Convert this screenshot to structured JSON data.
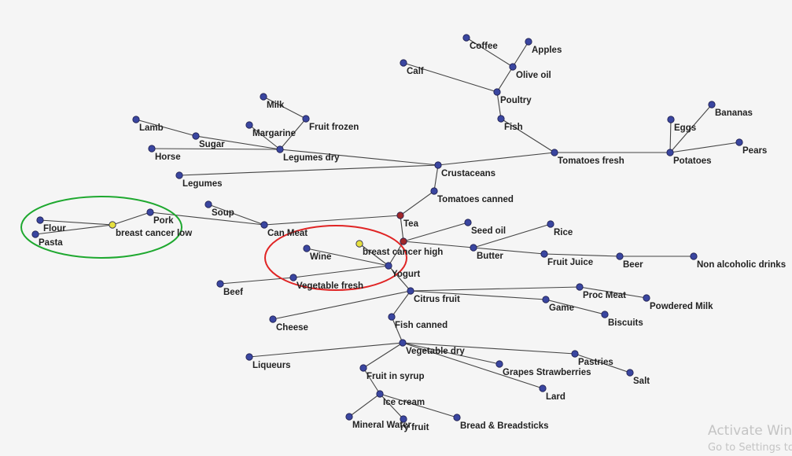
{
  "colors": {
    "node": "#3a46a0",
    "root_node": "#a0282a",
    "marker": "#e6e040",
    "edge": "#444444",
    "low_ellipse": "#1ea82f",
    "high_ellipse": "#e02424"
  },
  "nodes": [
    {
      "id": "coffee",
      "label": "Coffee",
      "kind": "node"
    },
    {
      "id": "apples",
      "label": "Apples",
      "kind": "node"
    },
    {
      "id": "calf",
      "label": "Calf",
      "kind": "node"
    },
    {
      "id": "olive_oil",
      "label": "Olive oil",
      "kind": "node"
    },
    {
      "id": "poultry",
      "label": "Poultry",
      "kind": "node"
    },
    {
      "id": "milk",
      "label": "Milk",
      "kind": "node"
    },
    {
      "id": "fruit_frozen",
      "label": "Fruit frozen",
      "kind": "node"
    },
    {
      "id": "lamb",
      "label": "Lamb",
      "kind": "node"
    },
    {
      "id": "margarine",
      "label": "Margarine",
      "kind": "node"
    },
    {
      "id": "sugar",
      "label": "Sugar",
      "kind": "node"
    },
    {
      "id": "fish",
      "label": "Fish",
      "kind": "node"
    },
    {
      "id": "eggs",
      "label": "Eggs",
      "kind": "node"
    },
    {
      "id": "bananas",
      "label": "Bananas",
      "kind": "node"
    },
    {
      "id": "horse",
      "label": "Horse",
      "kind": "node"
    },
    {
      "id": "legumes_dry",
      "label": "Legumes dry",
      "kind": "node"
    },
    {
      "id": "tomatoes_fresh",
      "label": "Tomatoes fresh",
      "kind": "node"
    },
    {
      "id": "potatoes",
      "label": "Potatoes",
      "kind": "node"
    },
    {
      "id": "pears",
      "label": "Pears",
      "kind": "node"
    },
    {
      "id": "legumes",
      "label": "Legumes",
      "kind": "node"
    },
    {
      "id": "crustaceans",
      "label": "Crustaceans",
      "kind": "node"
    },
    {
      "id": "tomatoes_canned",
      "label": "Tomatoes canned",
      "kind": "node"
    },
    {
      "id": "soup",
      "label": "Soup",
      "kind": "node"
    },
    {
      "id": "pork",
      "label": "Pork",
      "kind": "node"
    },
    {
      "id": "tea",
      "label": "Tea",
      "kind": "root"
    },
    {
      "id": "flour",
      "label": "Flour",
      "kind": "node"
    },
    {
      "id": "bc_low",
      "label": "breast cancer low",
      "kind": "marker"
    },
    {
      "id": "pasta",
      "label": "Pasta",
      "kind": "node"
    },
    {
      "id": "can_meat",
      "label": "Can Meat",
      "kind": "node"
    },
    {
      "id": "seed_oil",
      "label": "Seed oil",
      "kind": "node"
    },
    {
      "id": "rice",
      "label": "Rice",
      "kind": "node"
    },
    {
      "id": "bc_high",
      "label": "breast cancer high",
      "kind": "marker"
    },
    {
      "id": "tea_child",
      "label": "",
      "kind": "root"
    },
    {
      "id": "wine",
      "label": "Wine",
      "kind": "node"
    },
    {
      "id": "butter",
      "label": "Butter",
      "kind": "node"
    },
    {
      "id": "fruit_juice",
      "label": "Fruit Juice",
      "kind": "node"
    },
    {
      "id": "beer",
      "label": "Beer",
      "kind": "node"
    },
    {
      "id": "non_alcoholic",
      "label": "Non alcoholic drinks",
      "kind": "node"
    },
    {
      "id": "yogurt",
      "label": "Yogurt",
      "kind": "node"
    },
    {
      "id": "beef",
      "label": "Beef",
      "kind": "node"
    },
    {
      "id": "vegetable_fresh",
      "label": "Vegetable fresh",
      "kind": "node"
    },
    {
      "id": "citrus_fruit",
      "label": "Citrus fruit",
      "kind": "node"
    },
    {
      "id": "proc_meat",
      "label": "Proc Meat",
      "kind": "node"
    },
    {
      "id": "powdered_milk",
      "label": "Powdered Milk",
      "kind": "node"
    },
    {
      "id": "game",
      "label": "Game",
      "kind": "node"
    },
    {
      "id": "biscuits",
      "label": "Biscuits",
      "kind": "node"
    },
    {
      "id": "cheese",
      "label": "Cheese",
      "kind": "node"
    },
    {
      "id": "fish_canned",
      "label": "Fish canned",
      "kind": "node"
    },
    {
      "id": "vegetable_dry",
      "label": "Vegetable dry",
      "kind": "node"
    },
    {
      "id": "liqueurs",
      "label": "Liqueurs",
      "kind": "node"
    },
    {
      "id": "pastries",
      "label": "Pastries",
      "kind": "node"
    },
    {
      "id": "grapes_strawberries",
      "label": "Grapes Strawberries",
      "kind": "node"
    },
    {
      "id": "salt",
      "label": "Salt",
      "kind": "node"
    },
    {
      "id": "fruit_in_syrup",
      "label": "Fruit in syrup",
      "kind": "node"
    },
    {
      "id": "lard",
      "label": "Lard",
      "kind": "node"
    },
    {
      "id": "ice_cream",
      "label": "Ice cream",
      "kind": "node"
    },
    {
      "id": "mineral_water",
      "label": "Mineral Water",
      "kind": "node"
    },
    {
      "id": "dry_fruit",
      "label": "ry fruit",
      "kind": "node"
    },
    {
      "id": "bread",
      "label": "Bread & Breadsticks",
      "kind": "node"
    }
  ],
  "edges": [
    [
      "coffee",
      "olive_oil"
    ],
    [
      "apples",
      "olive_oil"
    ],
    [
      "olive_oil",
      "poultry"
    ],
    [
      "calf",
      "poultry"
    ],
    [
      "poultry",
      "fish"
    ],
    [
      "fish",
      "tomatoes_fresh"
    ],
    [
      "tomatoes_fresh",
      "crustaceans"
    ],
    [
      "tomatoes_fresh",
      "potatoes"
    ],
    [
      "potatoes",
      "eggs"
    ],
    [
      "potatoes",
      "bananas"
    ],
    [
      "potatoes",
      "pears"
    ],
    [
      "milk",
      "fruit_frozen"
    ],
    [
      "fruit_frozen",
      "legumes_dry"
    ],
    [
      "margarine",
      "legumes_dry"
    ],
    [
      "lamb",
      "sugar"
    ],
    [
      "sugar",
      "legumes_dry"
    ],
    [
      "horse",
      "legumes_dry"
    ],
    [
      "legumes_dry",
      "crustaceans"
    ],
    [
      "legumes",
      "crustaceans"
    ],
    [
      "crustaceans",
      "tomatoes_canned"
    ],
    [
      "tomatoes_canned",
      "tea"
    ],
    [
      "tea",
      "can_meat"
    ],
    [
      "can_meat",
      "soup"
    ],
    [
      "can_meat",
      "pork"
    ],
    [
      "pork",
      "bc_low"
    ],
    [
      "bc_low",
      "flour"
    ],
    [
      "bc_low",
      "pasta"
    ],
    [
      "tea",
      "tea_child"
    ],
    [
      "tea_child",
      "seed_oil"
    ],
    [
      "tea_child",
      "butter"
    ],
    [
      "butter",
      "rice"
    ],
    [
      "butter",
      "fruit_juice"
    ],
    [
      "fruit_juice",
      "beer"
    ],
    [
      "beer",
      "non_alcoholic"
    ],
    [
      "tea_child",
      "yogurt"
    ],
    [
      "yogurt",
      "bc_high"
    ],
    [
      "yogurt",
      "wine"
    ],
    [
      "yogurt",
      "vegetable_fresh"
    ],
    [
      "vegetable_fresh",
      "beef"
    ],
    [
      "yogurt",
      "citrus_fruit"
    ],
    [
      "citrus_fruit",
      "proc_meat"
    ],
    [
      "proc_meat",
      "powdered_milk"
    ],
    [
      "citrus_fruit",
      "game"
    ],
    [
      "game",
      "biscuits"
    ],
    [
      "citrus_fruit",
      "cheese"
    ],
    [
      "citrus_fruit",
      "fish_canned"
    ],
    [
      "fish_canned",
      "vegetable_dry"
    ],
    [
      "vegetable_dry",
      "liqueurs"
    ],
    [
      "vegetable_dry",
      "pastries"
    ],
    [
      "pastries",
      "salt"
    ],
    [
      "vegetable_dry",
      "grapes_strawberries"
    ],
    [
      "vegetable_dry",
      "lard"
    ],
    [
      "vegetable_dry",
      "fruit_in_syrup"
    ],
    [
      "fruit_in_syrup",
      "ice_cream"
    ],
    [
      "ice_cream",
      "mineral_water"
    ],
    [
      "ice_cream",
      "dry_fruit"
    ],
    [
      "ice_cream",
      "bread"
    ]
  ],
  "watermark": {
    "line1": "Activate Win",
    "line2": "Go to Settings to"
  }
}
